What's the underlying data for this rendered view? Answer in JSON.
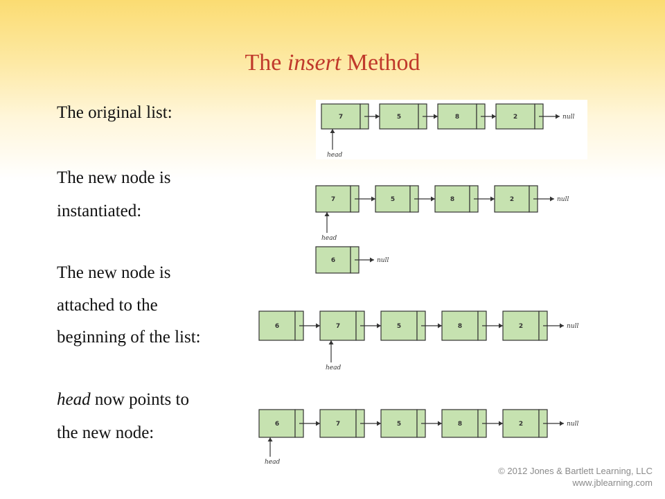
{
  "slide": {
    "title_prefix": "The ",
    "title_italic": "insert",
    "title_suffix": " Method",
    "labels": {
      "original": "The original list:",
      "new_node_1": "The new node is",
      "new_node_2": "instantiated:",
      "attached_1": "The new node is",
      "attached_2": "attached to the",
      "attached_3": "beginning of the list:",
      "head_word": "head",
      "head_rest": " now points to",
      "head_2": "the new node:"
    },
    "copyright_line1": "© 2012 Jones & Bartlett Learning, LLC",
    "copyright_line2": "www.jblearning.com"
  },
  "diagrams": {
    "null_label": "null",
    "head_label": "head",
    "original": {
      "values": [
        "7",
        "5",
        "8",
        "2"
      ],
      "head_index": 0
    },
    "instantiated": {
      "values": [
        "7",
        "5",
        "8",
        "2"
      ],
      "head_index": 0,
      "new_node": "6"
    },
    "attached": {
      "values": [
        "6",
        "7",
        "5",
        "8",
        "2"
      ],
      "head_index": 1
    },
    "final": {
      "values": [
        "6",
        "7",
        "5",
        "8",
        "2"
      ],
      "head_index": 0
    }
  }
}
